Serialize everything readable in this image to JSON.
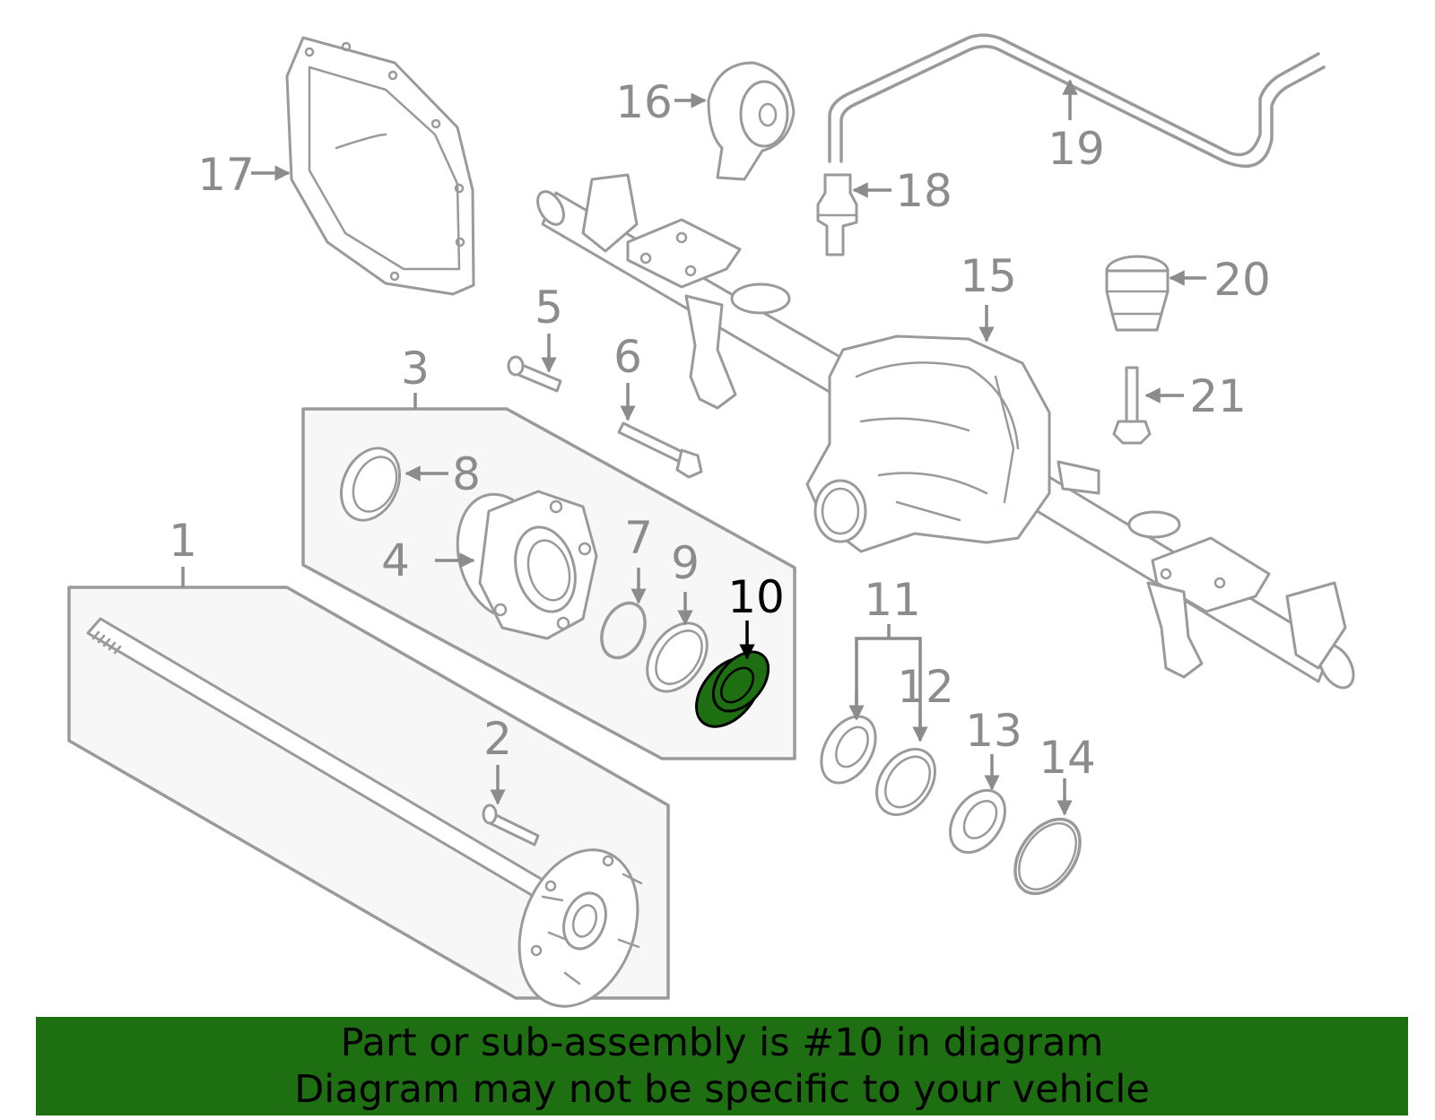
{
  "callouts": {
    "c1": "1",
    "c2": "2",
    "c3": "3",
    "c4": "4",
    "c5": "5",
    "c6": "6",
    "c7": "7",
    "c8": "8",
    "c9": "9",
    "c10": "10",
    "c11": "11",
    "c12": "12",
    "c13": "13",
    "c14": "14",
    "c15": "15",
    "c16": "16",
    "c17": "17",
    "c18": "18",
    "c19": "19",
    "c20": "20",
    "c21": "21"
  },
  "highlight": {
    "part": "10",
    "color": "#1e6e12"
  },
  "banner": {
    "line1": "Part or sub-assembly is #10 in diagram",
    "line2": "Diagram may not be specific to your vehicle",
    "background": "#1e6e12"
  }
}
